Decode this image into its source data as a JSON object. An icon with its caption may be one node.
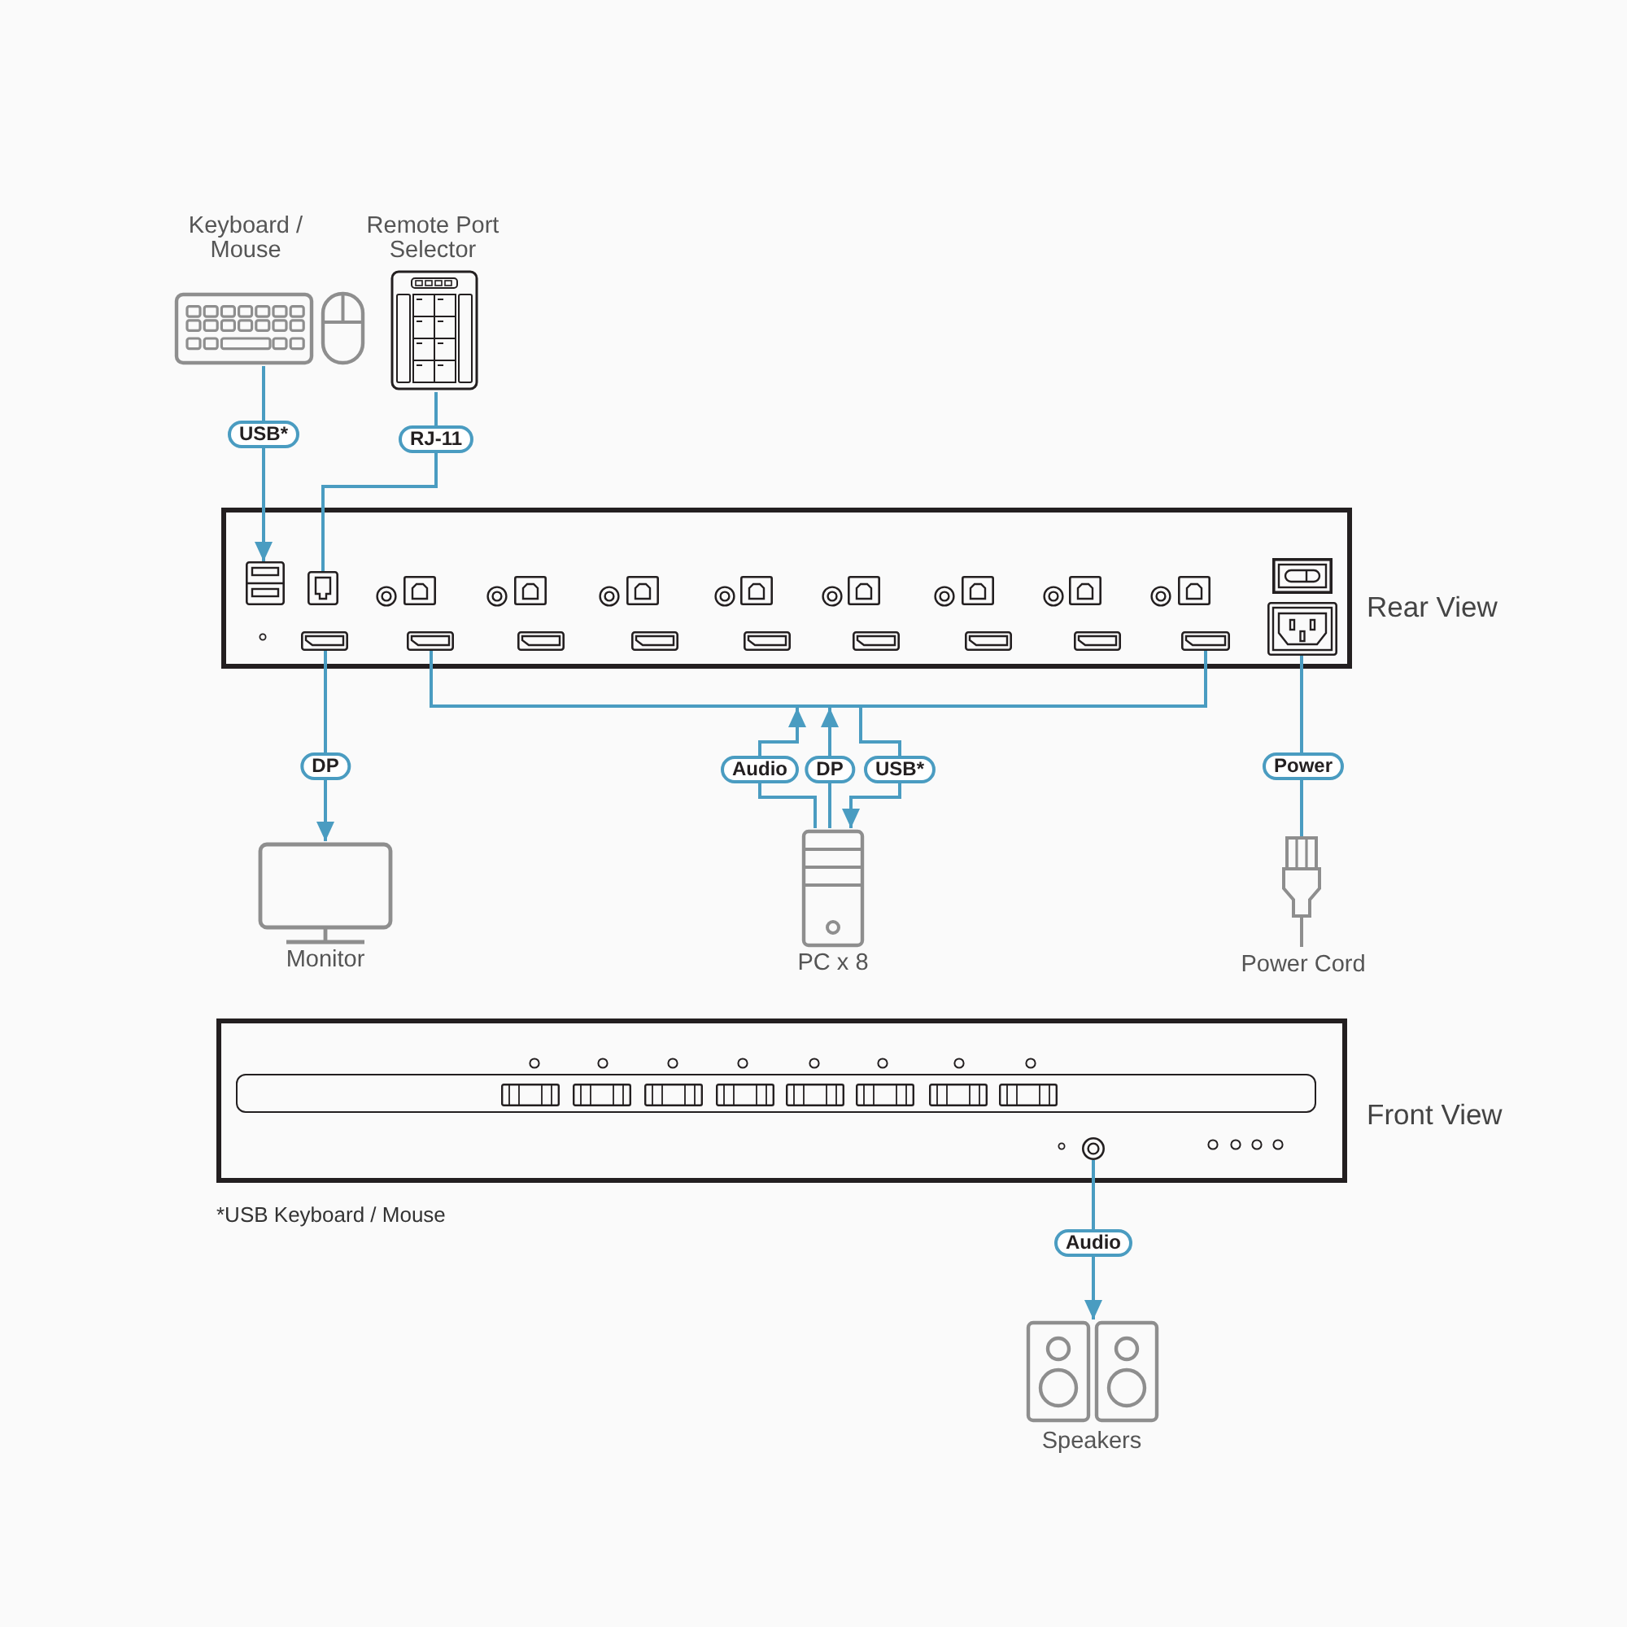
{
  "diagram": {
    "nodes": [
      {
        "text": [
          "Keyboard / Mouse"
        ]
      },
      {
        "text": [
          "Remote Port Selector"
        ]
      },
      {
        "text": [
          "Rear View"
        ]
      },
      {
        "text": [],
        "shape": "box",
        "in": 2
      },
      {
        "text": [],
        "shape": "box",
        "in": 2
      },
      {
        "text": [],
        "shape": "box",
        "in": 2
      },
      {
        "text": [],
        "shape": "box",
        "in": 2
      },
      {
        "text": [],
        "shape": "box",
        "in": 2
      },
      {
        "text": [],
        "shape": "box",
        "in": 2
      },
      {
        "text": [],
        "shape": "bar"
      },
      {
        "text": [
          "Monitor"
        ]
      },
      {
        "text": [
          "PC x 8"
        ]
      },
      {
        "text": [
          "Power Cord"
        ]
      },
      {
        "text": [
          "Front View"
        ]
      },
      {
        "text": [],
        "shape": "circle",
        "in": 13
      },
      {
        "text": [
          "Speakers"
        ]
      }
    ],
    "edges": [
      {
        "from": 0,
        "to": 3,
        "arrow": "to",
        "label": "USB*"
      },
      {
        "from": 1,
        "to": 4,
        "arrow": "none",
        "label": "RJ-11"
      },
      {
        "from": 5,
        "to": 10,
        "arrow": "to",
        "label": "DP"
      },
      {
        "from": 6,
        "to": 9,
        "arrow": "none"
      },
      {
        "from": 7,
        "to": 9,
        "arrow": "none"
      },
      {
        "from": 11,
        "to": 9,
        "arrow": "to",
        "label": "Audio"
      },
      {
        "from": 11,
        "to": 9,
        "arrow": "to",
        "label": "DP"
      },
      {
        "from": 9,
        "to": 11,
        "arrow": "to",
        "label": "USB*"
      },
      {
        "from": 8,
        "to": 12,
        "arrow": "none",
        "label": "Power"
      },
      {
        "from": 14,
        "to": 15,
        "arrow": "to",
        "label": "Audio"
      }
    ],
    "labels": [
      "*USB Keyboard / Mouse"
    ]
  }
}
